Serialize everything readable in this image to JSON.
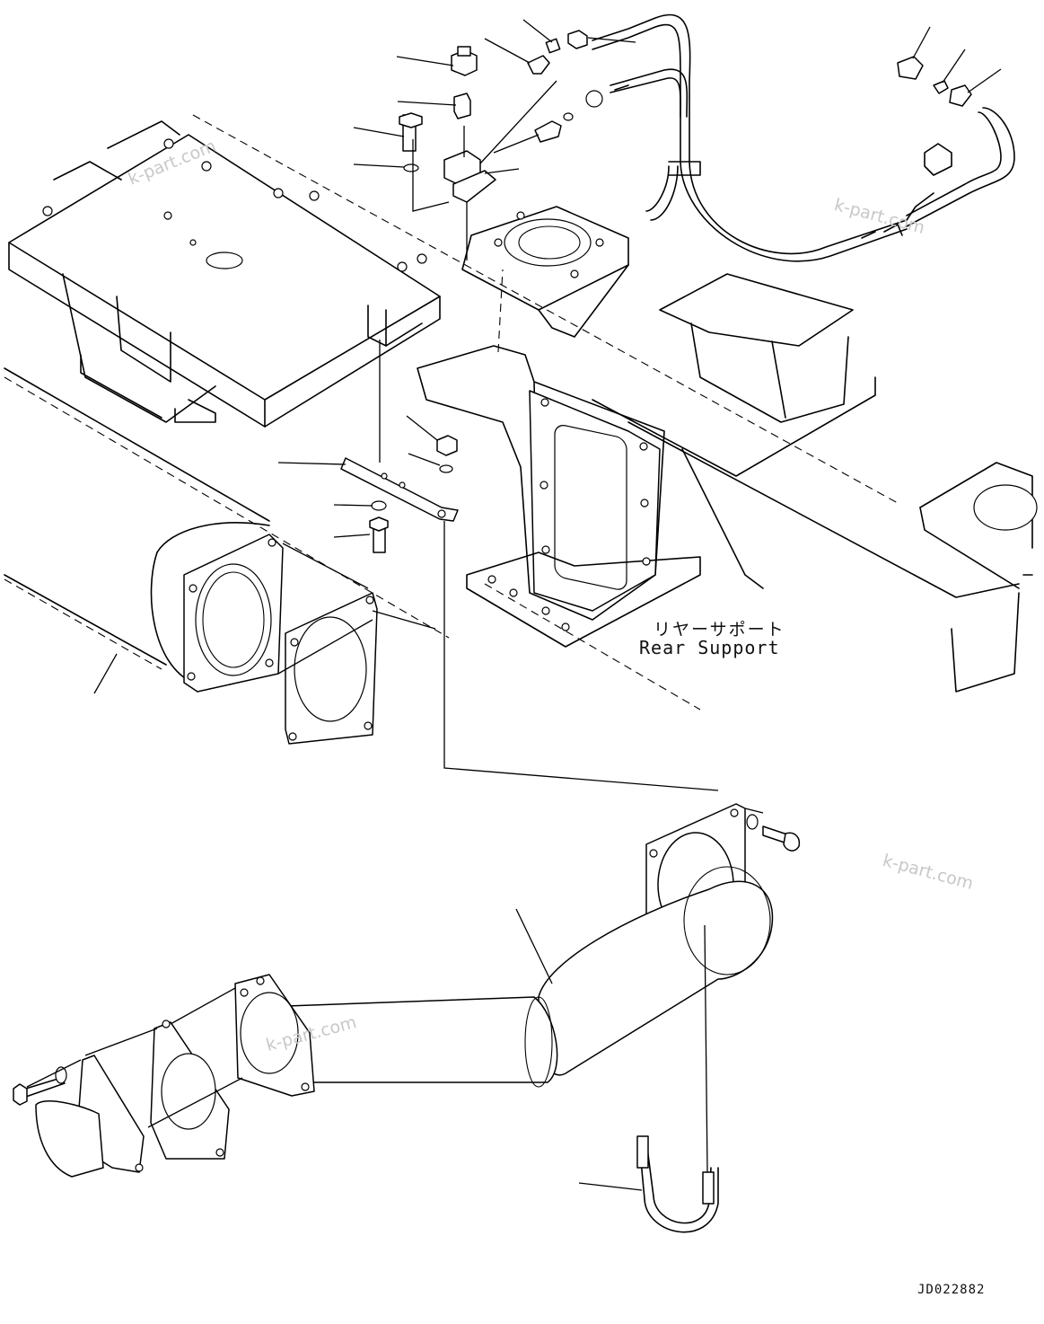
{
  "diagram": {
    "labels": {
      "rear_support_jp": "リヤーサポート",
      "rear_support_en": "Rear Support",
      "drawing_code": "JD022882"
    },
    "watermarks": [
      "k-part.com",
      "k-part.com",
      "k-part.com",
      "k-part.com"
    ]
  }
}
